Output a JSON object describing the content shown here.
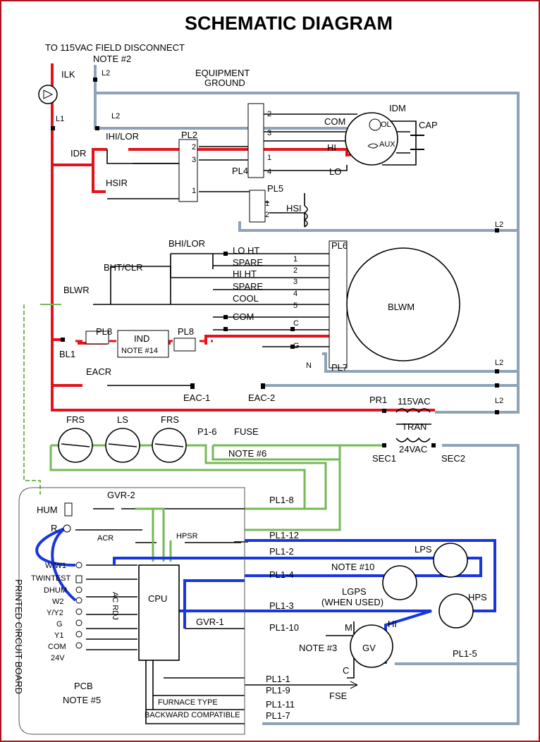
{
  "title": "SCHEMATIC DIAGRAM",
  "colors": {
    "line_voltage": "#e3121b",
    "neutral": "#8ea3b8",
    "low_voltage": "#76b856",
    "control": "#1736e0",
    "frame": "#b0121b"
  },
  "labels": {
    "field_disconnect": "TO 115VAC FIELD DISCONNECT",
    "note2": "NOTE #2",
    "ilk": "ILK",
    "l1": "L1",
    "l2": "L2",
    "equipment_ground_1": "EQUIPMENT",
    "equipment_ground_2": "GROUND",
    "idr": "IDR",
    "ihi_lor": "IHI/LOR",
    "hsir": "HSIR",
    "pl2": "PL2",
    "pl4": "PL4",
    "pl5": "PL5",
    "pl6": "PL6",
    "pl7": "PL7",
    "pl8": "PL8",
    "idm": "IDM",
    "com": "COM",
    "hi": "HI",
    "lo": "LO",
    "ol": "OL",
    "aux": "AUX",
    "cap": "CAP",
    "hsi": "HSI",
    "bhi_lor": "BHI/LOR",
    "bht_clr": "BHT/CLR",
    "blwr": "BLWR",
    "lo_ht": "LO HT",
    "spare": "SPARE",
    "hi_ht": "HI HT",
    "cool": "COOL",
    "c": "C",
    "g": "G",
    "n": "N",
    "blwm": "BLWM",
    "bl1": "BL1",
    "ind": "IND",
    "note14": "NOTE #14",
    "eacr": "EACR",
    "eac1": "EAC-1",
    "eac2": "EAC-2",
    "pr1": "PR1",
    "vac115": "115VAC",
    "tran": "TRAN",
    "vac24": "24VAC",
    "sec1": "SEC1",
    "sec2": "SEC2",
    "frs": "FRS",
    "ls": "LS",
    "p16": "P1-6",
    "fuse": "FUSE",
    "note6": "NOTE #6",
    "gvr2": "GVR-2",
    "hum": "HUM",
    "r": "R",
    "acr": "ACR",
    "hpsr": "HPSR",
    "pl1_8": "PL1-8",
    "pl1_12": "PL1-12",
    "pl1_2": "PL1-2",
    "pl1_4": "PL1-4",
    "pl1_3": "PL1-3",
    "pl1_10": "PL1-10",
    "pl1_5": "PL1-5",
    "pl1_1": "PL1-1",
    "pl1_9": "PL1-9",
    "pl1_11": "PL1-11",
    "pl1_7": "PL1-7",
    "ww1": "W/W1",
    "twintest": "TWINTEST",
    "dhum": "DHUM",
    "w2": "W2",
    "yy2": "Y/Y2",
    "g_term": "G",
    "y1": "Y1",
    "com24": "COM",
    "v24": "24V",
    "cpu": "CPU",
    "ac_rdj": "AC RDJ",
    "lps": "LPS",
    "note10": "NOTE #10",
    "lgps": "LGPS",
    "when_used": "(WHEN USED)",
    "hps": "HPS",
    "gvr1": "GVR-1",
    "m": "M",
    "gv": "GV",
    "note3": "NOTE #3",
    "fse": "FSE",
    "furnace_type": "FURNACE TYPE",
    "backward_compatible": "BACKWARD COMPATIBLE",
    "pcb": "PCB",
    "note5": "NOTE #5",
    "printed_circuit_board": "PRINTED CIRCUIT BOARD",
    "pin1": "1",
    "pin2": "2",
    "pin3": "3",
    "pin4": "4",
    "pin5": "5"
  }
}
